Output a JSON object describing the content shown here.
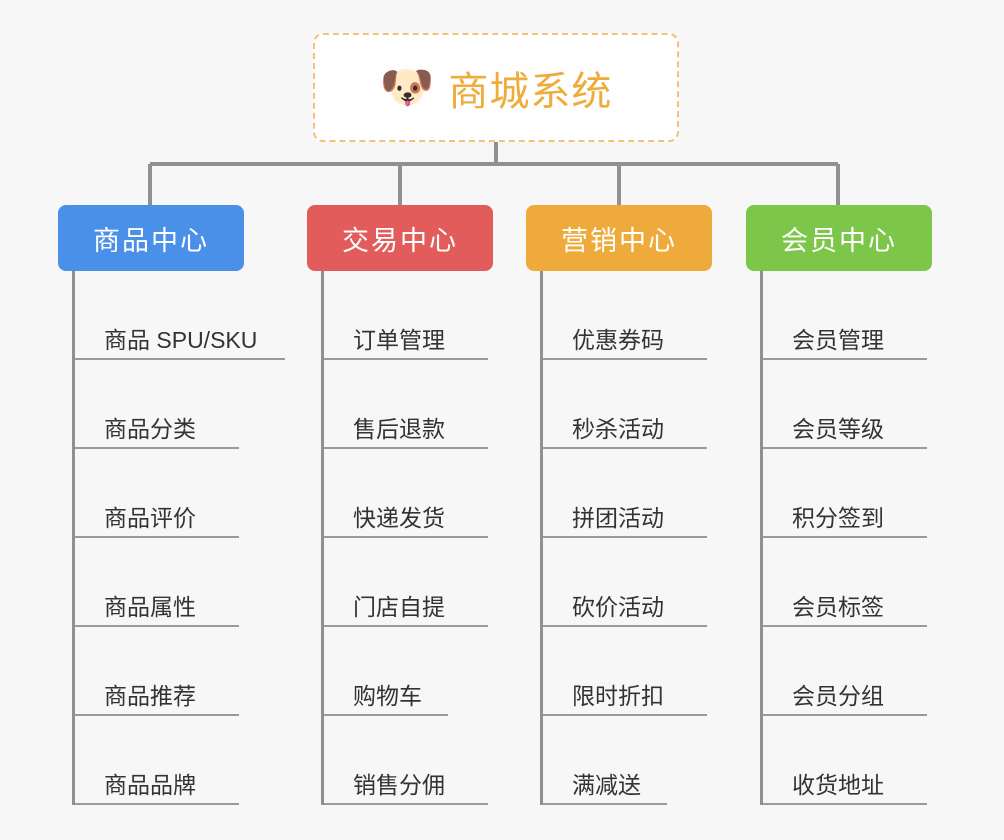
{
  "root": {
    "icon": "shiba-dog-emoji",
    "emoji": "🐶",
    "title": "商城系统",
    "border_color": "#f2c278",
    "title_color": "#eeac3a"
  },
  "columns": [
    {
      "name": "product-center",
      "label": "商品中心",
      "color": "#4a90e8",
      "items": [
        "商品 SPU/SKU",
        "商品分类",
        "商品评价",
        "商品属性",
        "商品推荐",
        "商品品牌"
      ]
    },
    {
      "name": "trade-center",
      "label": "交易中心",
      "color": "#e35c5c",
      "items": [
        "订单管理",
        "售后退款",
        "快递发货",
        "门店自提",
        "购物车",
        "销售分佣"
      ]
    },
    {
      "name": "marketing-center",
      "label": "营销中心",
      "color": "#eeab3c",
      "items": [
        "优惠券码",
        "秒杀活动",
        "拼团活动",
        "砍价活动",
        "限时折扣",
        "满减送"
      ]
    },
    {
      "name": "member-center",
      "label": "会员中心",
      "color": "#7cc64a",
      "items": [
        "会员管理",
        "会员等级",
        "积分签到",
        "会员标签",
        "会员分组",
        "收货地址"
      ]
    }
  ],
  "theme": {
    "page_background": "#f7f7f7",
    "connector_color": "#909090",
    "leaf_text_color": "#333333",
    "leaf_rule_color": "#9a9a9a"
  }
}
